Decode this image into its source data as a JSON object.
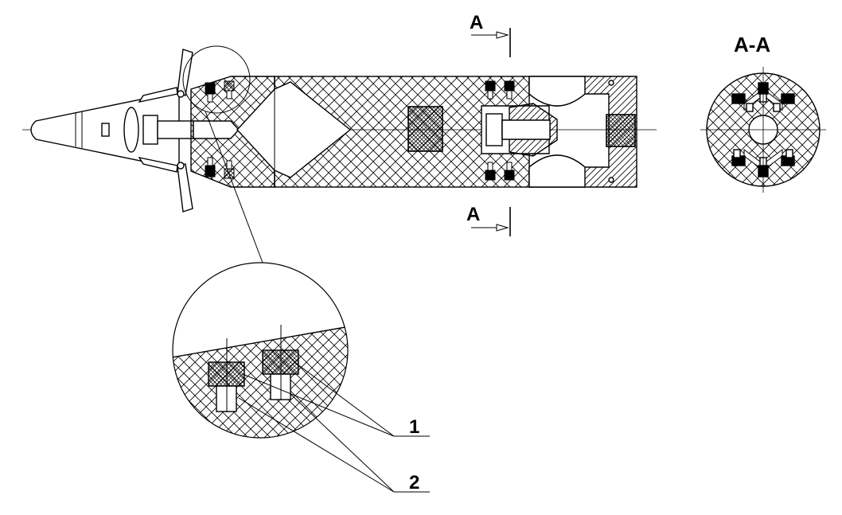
{
  "labels": {
    "section_mark_top": "A",
    "section_mark_bottom": "A",
    "section_title": "A-A",
    "callout_1": "1",
    "callout_2": "2"
  },
  "colors": {
    "line": "#000000",
    "background": "#ffffff"
  }
}
